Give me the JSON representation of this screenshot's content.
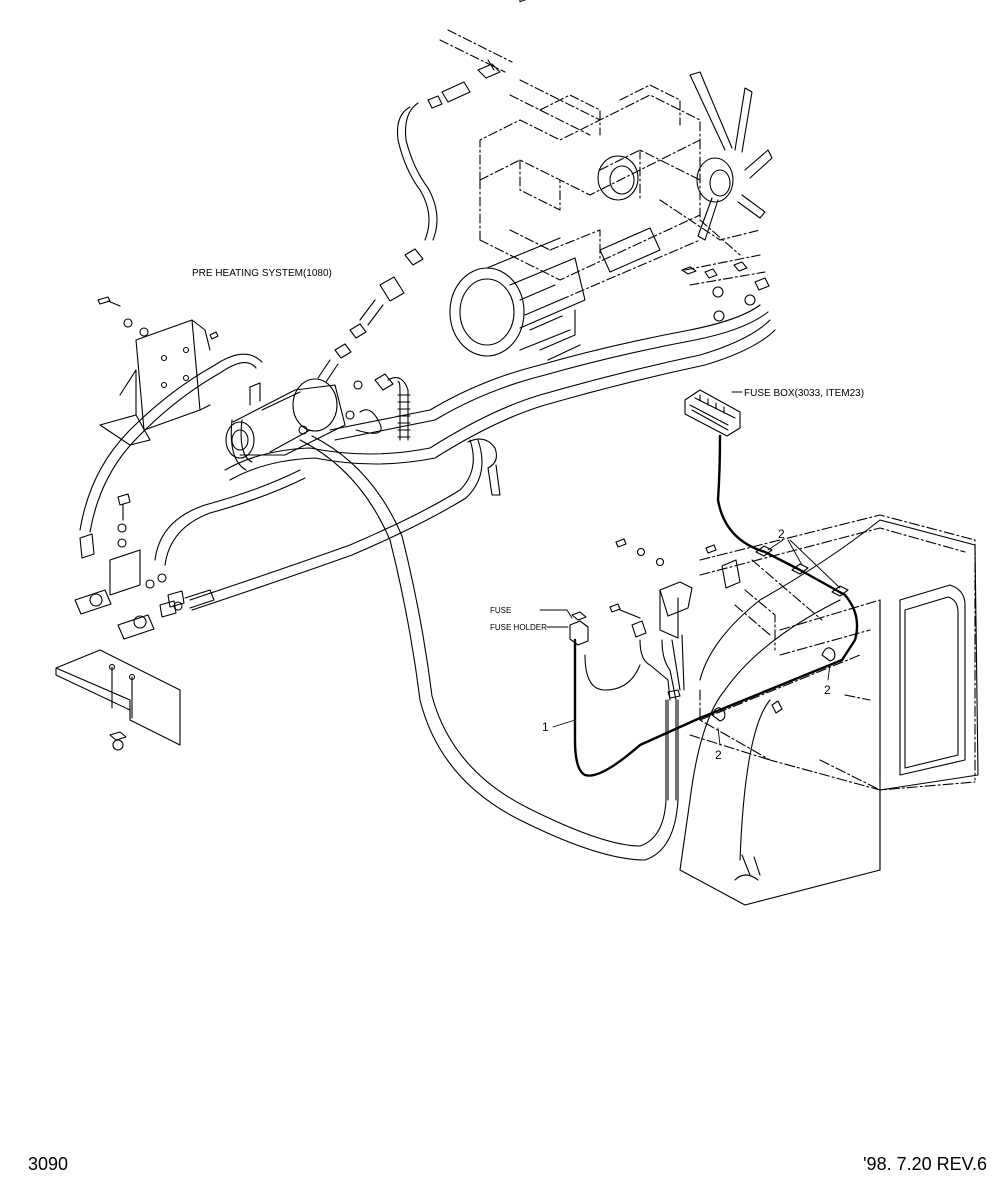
{
  "callouts": {
    "pre_heating_system": "PRE HEATING SYSTEM(1080)",
    "fuse_box": "FUSE BOX(3033, ITEM23)",
    "fuse": "FUSE",
    "fuse_holder": "FUSE HOLDER"
  },
  "item_numbers": {
    "harness": "1",
    "clip_top": "2",
    "clip_right": "2",
    "clip_lower": "2"
  },
  "footer": {
    "page_number": "3090",
    "revision": "'98. 7.20  REV.6"
  },
  "colors": {
    "line": "#000000",
    "background": "#ffffff"
  }
}
